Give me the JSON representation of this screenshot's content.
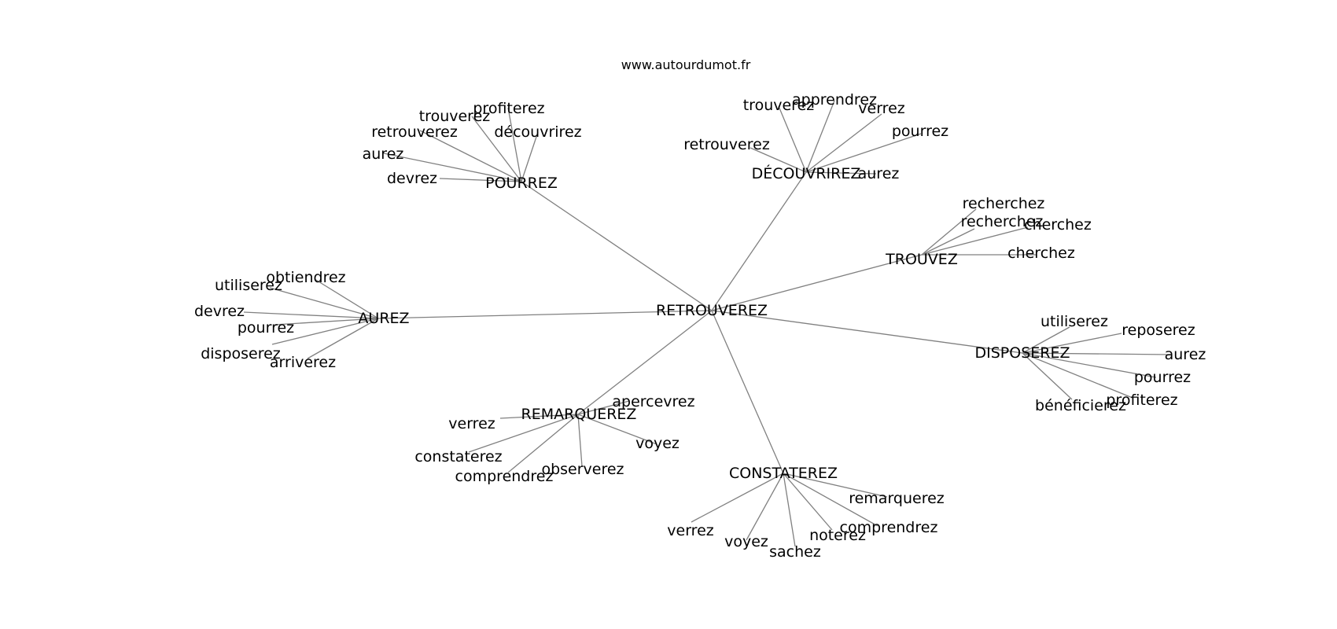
{
  "site_label": "www.autourdumot.fr",
  "graph": {
    "root": "RETROUVEREZ",
    "hubs": [
      {
        "id": "pourrez",
        "label": "POURREZ",
        "leaves": [
          "profiterez",
          "trouverez",
          "retrouverez",
          "découvrirez",
          "aurez",
          "devrez"
        ]
      },
      {
        "id": "decouvrirez",
        "label": "DÉCOUVRIREZ",
        "leaves": [
          "trouverez",
          "apprendrez",
          "verrez",
          "pourrez",
          "retrouverez",
          "aurez"
        ]
      },
      {
        "id": "trouvez",
        "label": "TROUVEZ",
        "leaves": [
          "recherchez",
          "cherchez",
          "recherchez",
          "cherchez"
        ]
      },
      {
        "id": "aurez",
        "label": "AUREZ",
        "leaves": [
          "obtiendrez",
          "utiliserez",
          "devrez",
          "pourrez",
          "disposerez",
          "arriverez"
        ]
      },
      {
        "id": "disposerez",
        "label": "DISPOSEREZ",
        "leaves": [
          "utiliserez",
          "reposerez",
          "aurez",
          "pourrez",
          "profiterez",
          "bénéficierez"
        ]
      },
      {
        "id": "remarquerez",
        "label": "REMARQUEREZ",
        "leaves": [
          "apercevrez",
          "verrez",
          "voyez",
          "constaterez",
          "observerez",
          "comprendrez"
        ]
      },
      {
        "id": "constaterez",
        "label": "CONSTATEREZ",
        "leaves": [
          "remarquerez",
          "comprendrez",
          "noterez",
          "sachez",
          "voyez",
          "verrez"
        ]
      }
    ]
  }
}
